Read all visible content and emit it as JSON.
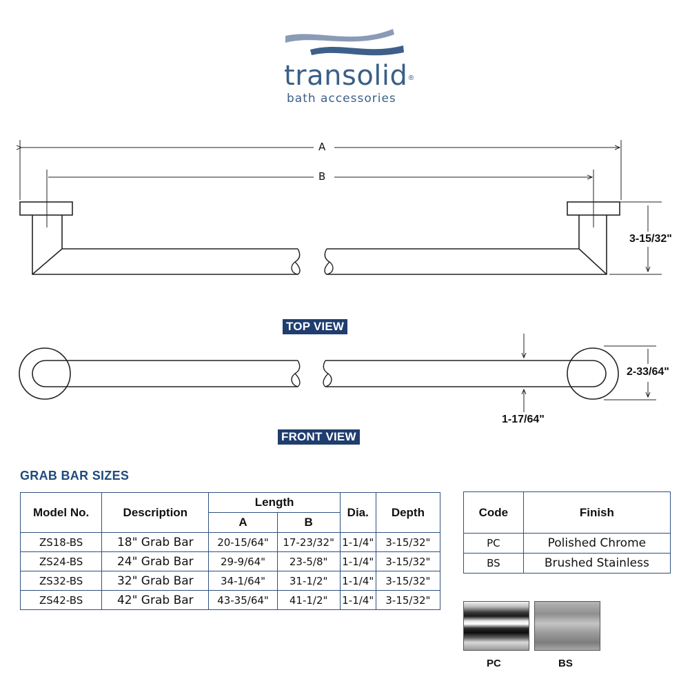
{
  "brand": {
    "name": "transolid",
    "registered_mark": "®",
    "tagline": "bath accessories",
    "logo_wave_colors": [
      "#8a9bb5",
      "#3d5f8a"
    ]
  },
  "drawing": {
    "dim_a": "A",
    "dim_b": "B",
    "depth_dim": "3-15/32\"",
    "flange_dim": "2-33/64\"",
    "dia_dim": "1-17/64\"",
    "top_view_label": "TOP VIEW",
    "front_view_label": "FRONT VIEW"
  },
  "sizes": {
    "title": "GRAB BAR SIZES",
    "headers": {
      "model": "Model No.",
      "description": "Description",
      "length": "Length",
      "a": "A",
      "b": "B",
      "dia": "Dia.",
      "depth": "Depth"
    },
    "rows": [
      {
        "model": "ZS18-BS",
        "description": "18\" Grab Bar",
        "a": "20-15/64\"",
        "b": "17-23/32\"",
        "dia": "1-1/4\"",
        "depth": "3-15/32\""
      },
      {
        "model": "ZS24-BS",
        "description": "24\" Grab Bar",
        "a": "29-9/64\"",
        "b": "23-5/8\"",
        "dia": "1-1/4\"",
        "depth": "3-15/32\""
      },
      {
        "model": "ZS32-BS",
        "description": "32\" Grab Bar",
        "a": "34-1/64\"",
        "b": "31-1/2\"",
        "dia": "1-1/4\"",
        "depth": "3-15/32\""
      },
      {
        "model": "ZS42-BS",
        "description": "42\" Grab Bar",
        "a": "43-35/64\"",
        "b": "41-1/2\"",
        "dia": "1-1/4\"",
        "depth": "3-15/32\""
      }
    ]
  },
  "finishes": {
    "headers": {
      "code": "Code",
      "finish": "Finish"
    },
    "rows": [
      {
        "code": "PC",
        "finish": "Polished Chrome"
      },
      {
        "code": "BS",
        "finish": "Brushed Stainless"
      }
    ],
    "swatches": [
      {
        "label": "PC"
      },
      {
        "label": "BS"
      }
    ]
  },
  "colors": {
    "brand_blue": "#3a5f87",
    "label_bg": "#1f3d6e",
    "table_border": "#2d4f80"
  }
}
